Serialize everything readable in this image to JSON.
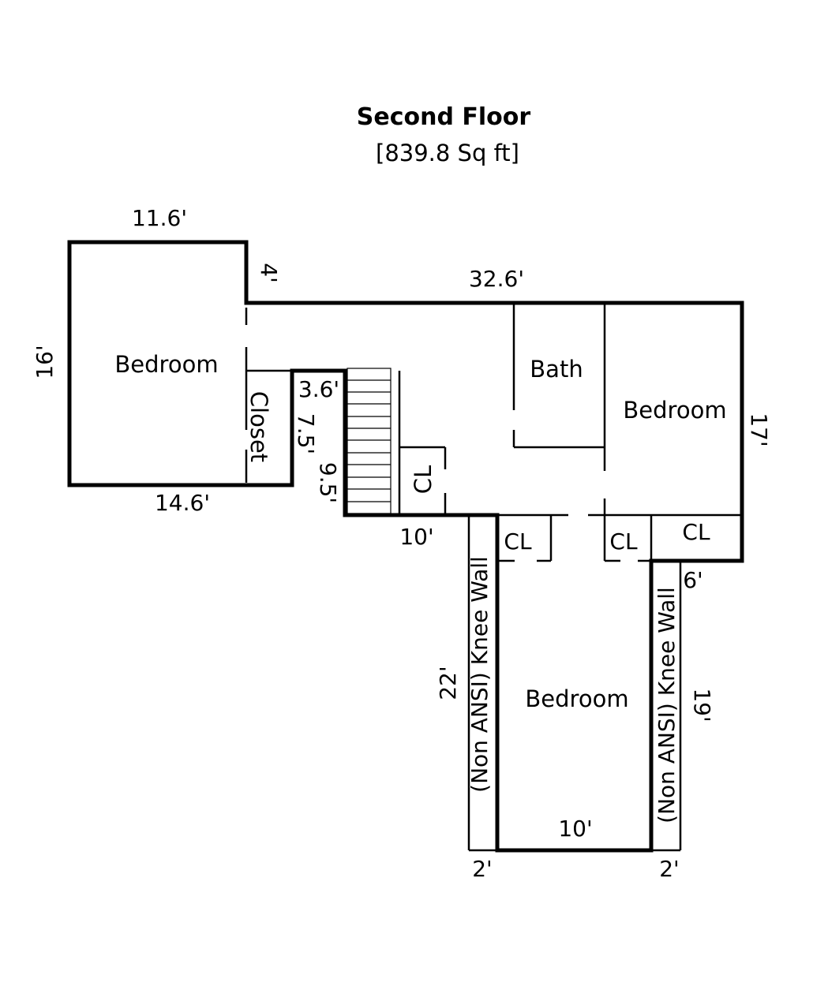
{
  "plan": {
    "title": "Second Floor",
    "area": "[839.8 Sq ft]"
  },
  "rooms": {
    "bedroom_left": "Bedroom",
    "bedroom_right": "Bedroom",
    "bedroom_bottom": "Bedroom",
    "bath": "Bath",
    "closet": "Closet",
    "cl_stair": "CL",
    "cl_a": "CL",
    "cl_b": "CL",
    "cl_c": "CL"
  },
  "notes": {
    "knee_wall_left": "(Non ANSI)   Knee Wall",
    "knee_wall_right": "(Non ANSI)   Knee Wall"
  },
  "dimensions": {
    "top_left_width": "11.6'",
    "notch_height": "4'",
    "top_long_width": "32.6'",
    "left_height": "16'",
    "bottom_left_width": "14.6'",
    "stair_width": "3.6'",
    "stair_height_a": "7.5'",
    "stair_height_b": "9.5'",
    "hall_bottom_width": "10'",
    "right_height": "17'",
    "right_step": "6'",
    "knee_left_height": "22'",
    "knee_right_height": "19'",
    "bottom_bedroom_width": "10'",
    "knee_left_depth": "2'",
    "knee_right_depth": "2'"
  }
}
